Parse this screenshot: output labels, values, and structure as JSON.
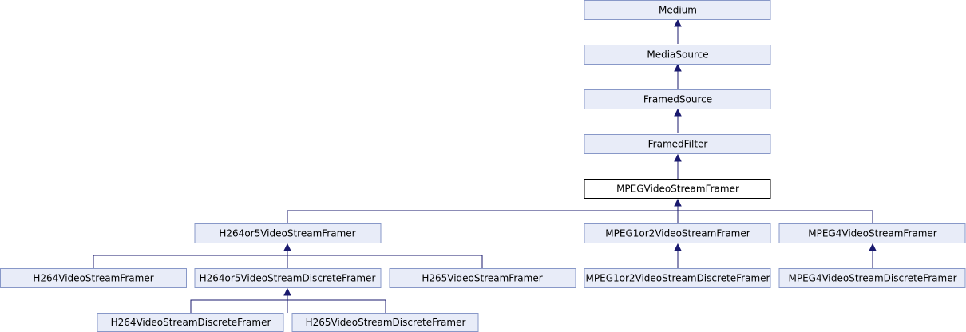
{
  "diagram": {
    "nodes": {
      "medium": "Medium",
      "media_source": "MediaSource",
      "framed_source": "FramedSource",
      "framed_filter": "FramedFilter",
      "mpeg_video_stream_framer": "MPEGVideoStreamFramer",
      "h264or5_video_stream_framer": "H264or5VideoStreamFramer",
      "mpeg1or2_video_stream_framer": "MPEG1or2VideoStreamFramer",
      "mpeg4_video_stream_framer": "MPEG4VideoStreamFramer",
      "h264_video_stream_framer": "H264VideoStreamFramer",
      "h264or5_video_stream_discrete_framer": "H264or5VideoStreamDiscreteFramer",
      "h265_video_stream_framer": "H265VideoStreamFramer",
      "mpeg1or2_video_stream_discrete_framer": "MPEG1or2VideoStreamDiscreteFramer",
      "mpeg4_video_stream_discrete_framer": "MPEG4VideoStreamDiscreteFramer",
      "h264_video_stream_discrete_framer": "H264VideoStreamDiscreteFramer",
      "h265_video_stream_discrete_framer": "H265VideoStreamDiscreteFramer"
    },
    "current_node": "mpeg_video_stream_framer",
    "colors": {
      "node_fill": "#e8ecf8",
      "node_border": "#8898c8",
      "current_fill": "#ffffff",
      "current_border": "#000000",
      "edge": "#19196e"
    }
  }
}
